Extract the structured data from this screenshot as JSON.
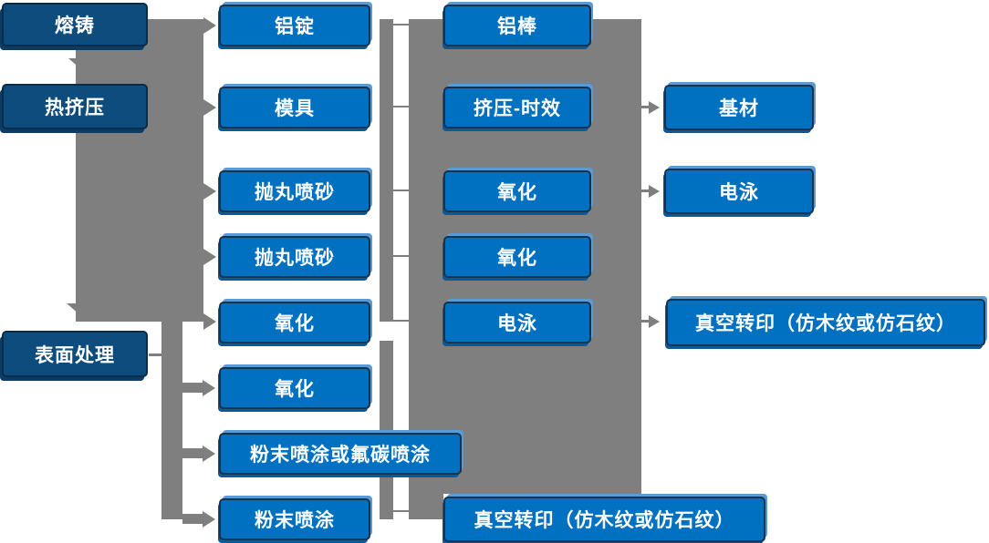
{
  "flow": {
    "stage_column": [
      "熔铸",
      "热挤压",
      "表面处理"
    ],
    "process_column_1": [
      "铝锭",
      "模具",
      "抛丸喷砂",
      "抛丸喷砂",
      "氧化",
      "氧化",
      "粉末喷涂或氟碳喷涂",
      "粉末喷涂"
    ],
    "process_column_2": [
      "铝棒",
      "挤压-时效",
      "氧化",
      "氧化",
      "电泳",
      "真空转印（仿木纹或仿石纹）"
    ],
    "result_column": [
      "基材",
      "电泳",
      "真空转印（仿木纹或仿石纹）"
    ],
    "colors": {
      "stage_box": "#0E4C7D",
      "process_box": "#0070C0",
      "connector_gray": "#7F7F7F",
      "text": "#FFFFFF"
    }
  }
}
